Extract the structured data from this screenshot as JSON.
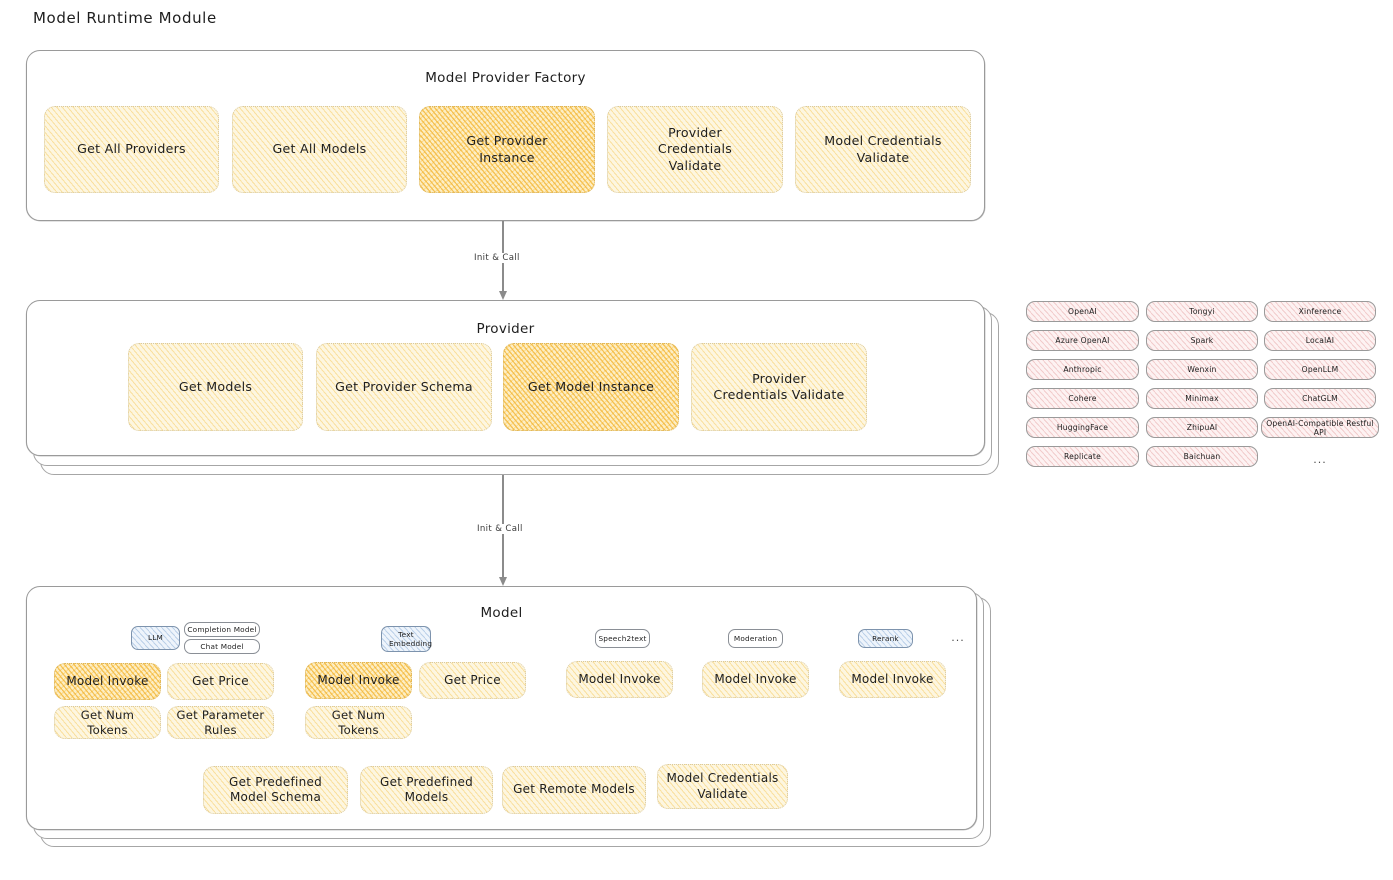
{
  "page": {
    "title": "Model Runtime Module"
  },
  "factory": {
    "title": "Model Provider Factory",
    "nodes": [
      {
        "label": "Get All Providers",
        "highlight": false
      },
      {
        "label": "Get All Models",
        "highlight": false
      },
      {
        "label": "Get Provider Instance",
        "highlight": true
      },
      {
        "label": "Provider Credentials Validate",
        "highlight": false
      },
      {
        "label": "Model Credentials Validate",
        "highlight": false
      }
    ]
  },
  "arrow_factory_to_provider": {
    "label": "Init & Call"
  },
  "provider": {
    "title": "Provider",
    "nodes": [
      {
        "label": "Get Models",
        "highlight": false
      },
      {
        "label": "Get Provider Schema",
        "highlight": false
      },
      {
        "label": "Get Model Instance",
        "highlight": true
      },
      {
        "label": "Provider Credentials Validate",
        "highlight": false
      }
    ]
  },
  "arrow_provider_to_model": {
    "label": "Init & Call"
  },
  "model": {
    "title": "Model",
    "ellipsis": "...",
    "types": [
      {
        "name": "LLM",
        "blue": true,
        "subchips": [
          "Completion Model",
          "Chat Model"
        ],
        "methods": [
          {
            "label": "Model Invoke",
            "highlight": true
          },
          {
            "label": "Get Price",
            "highlight": false
          },
          {
            "label": "Get Num Tokens",
            "highlight": false
          },
          {
            "label": "Get Parameter Rules",
            "highlight": false
          }
        ]
      },
      {
        "name": "Text Embedding",
        "blue": true,
        "subchips": [],
        "methods": [
          {
            "label": "Model Invoke",
            "highlight": true
          },
          {
            "label": "Get Price",
            "highlight": false
          },
          {
            "label": "Get Num Tokens",
            "highlight": false
          }
        ]
      },
      {
        "name": "Speech2text",
        "blue": false,
        "subchips": [],
        "methods": [
          {
            "label": "Model Invoke",
            "highlight": false
          }
        ]
      },
      {
        "name": "Moderation",
        "blue": false,
        "subchips": [],
        "methods": [
          {
            "label": "Model Invoke",
            "highlight": false
          }
        ]
      },
      {
        "name": "Rerank",
        "blue": true,
        "subchips": [],
        "methods": [
          {
            "label": "Model Invoke",
            "highlight": false
          }
        ]
      }
    ],
    "shared_methods": [
      {
        "label": "Get Predefined Model Schema"
      },
      {
        "label": "Get Predefined Models"
      },
      {
        "label": "Get Remote Models"
      },
      {
        "label": "Model Credentials Validate"
      }
    ]
  },
  "providers_panel": {
    "ellipsis": "...",
    "columns": [
      [
        "OpenAI",
        "Azure OpenAI",
        "Anthropic",
        "Cohere",
        "HuggingFace",
        "Replicate"
      ],
      [
        "Tongyi",
        "Spark",
        "Wenxin",
        "Minimax",
        "ZhipuAI",
        "Baichuan"
      ],
      [
        "Xinference",
        "LocalAI",
        "OpenLLM",
        "ChatGLM",
        "OpenAI-Compatible Restful API"
      ]
    ]
  },
  "colors": {
    "highlight_fill": "#f3b229",
    "node_fill": "#fdf6e0",
    "provider_pill_fill": "#fdf2f2",
    "chip_blue": "#eef4fb",
    "stroke": "#9a9a9a"
  }
}
